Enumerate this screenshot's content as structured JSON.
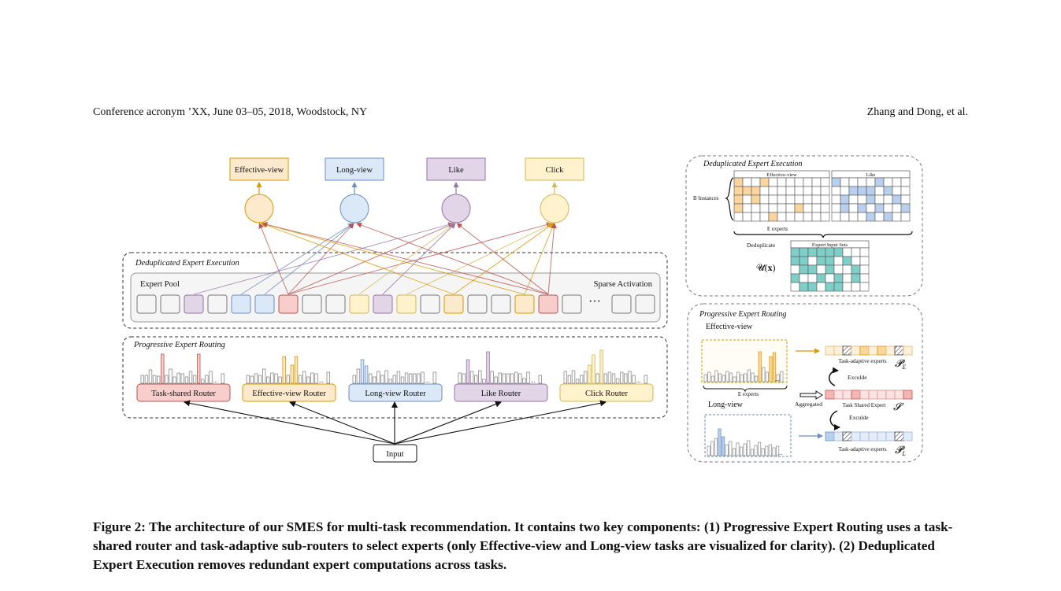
{
  "header": {
    "left": "Conference acronym ’XX, June 03–05, 2018, Woodstock, NY",
    "right": "Zhang and Dong, et al."
  },
  "colors": {
    "orange_fill": "#fde9cc",
    "orange_stroke": "#d79b00",
    "blue_fill": "#dbe8f8",
    "blue_stroke": "#6c8ebf",
    "purple_fill": "#e1d5e7",
    "purple_stroke": "#9673a6",
    "yellow_fill": "#fff2cc",
    "yellow_stroke": "#d6b656",
    "red_fill": "#f8cecc",
    "red_stroke": "#b85450",
    "teal_fill": "#7fcfc9",
    "gray_fill": "#f5f5f5",
    "gray_stroke": "#666666"
  },
  "main": {
    "tasks": [
      "Effective-view",
      "Long-view",
      "Like",
      "Click"
    ],
    "expert_execution_title": "Deduplicated Expert Execution",
    "expert_pool_label": "Expert Pool",
    "sparse_activation_label": "Sparse Activation",
    "ellipsis": "···",
    "routing_title": "Progressive Expert Routing",
    "routers": [
      "Task-shared Router",
      "Effective-view Router",
      "Long-view Router",
      "Like Router",
      "Click Router"
    ],
    "input_label": "Input",
    "bar_ellipsis": "..."
  },
  "right_top": {
    "title": "Deduplicated Expert Execution",
    "grid1_label": "Effective-view",
    "grid2_label": "Like",
    "b_instances": "B Instances",
    "e_experts": "E experts",
    "deduplicate": "Deduplicate",
    "input_sets": "Expert Input Sets",
    "union": "𝓤(𝐱)"
  },
  "right_bottom": {
    "title": "Progressive Expert Routing",
    "effective_view": "Effective-view",
    "long_view": "Long-view",
    "e_experts": "E experts",
    "task_adaptive_1": "Task-adaptive experts",
    "p_e": "𝓟",
    "p_e_sub": "E",
    "exclude_1": "Exculde",
    "aggregated": "Aggregated",
    "task_shared": "Task Shared Expert",
    "s_symbol": "𝓢",
    "exclude_2": "Exculde",
    "task_adaptive_2": "Task-adaptive experts",
    "p_l": "𝓟",
    "p_l_sub": "L"
  },
  "caption": "Figure 2: The architecture of our SMES for multi-task recommendation. It contains two key components: (1) Progressive Expert Routing uses a task-shared router and task-adaptive sub-routers to select experts (only Effective-view and Long-view tasks are visualized for clarity). (2) Deduplicated Expert Execution removes redundant expert computations across tasks."
}
